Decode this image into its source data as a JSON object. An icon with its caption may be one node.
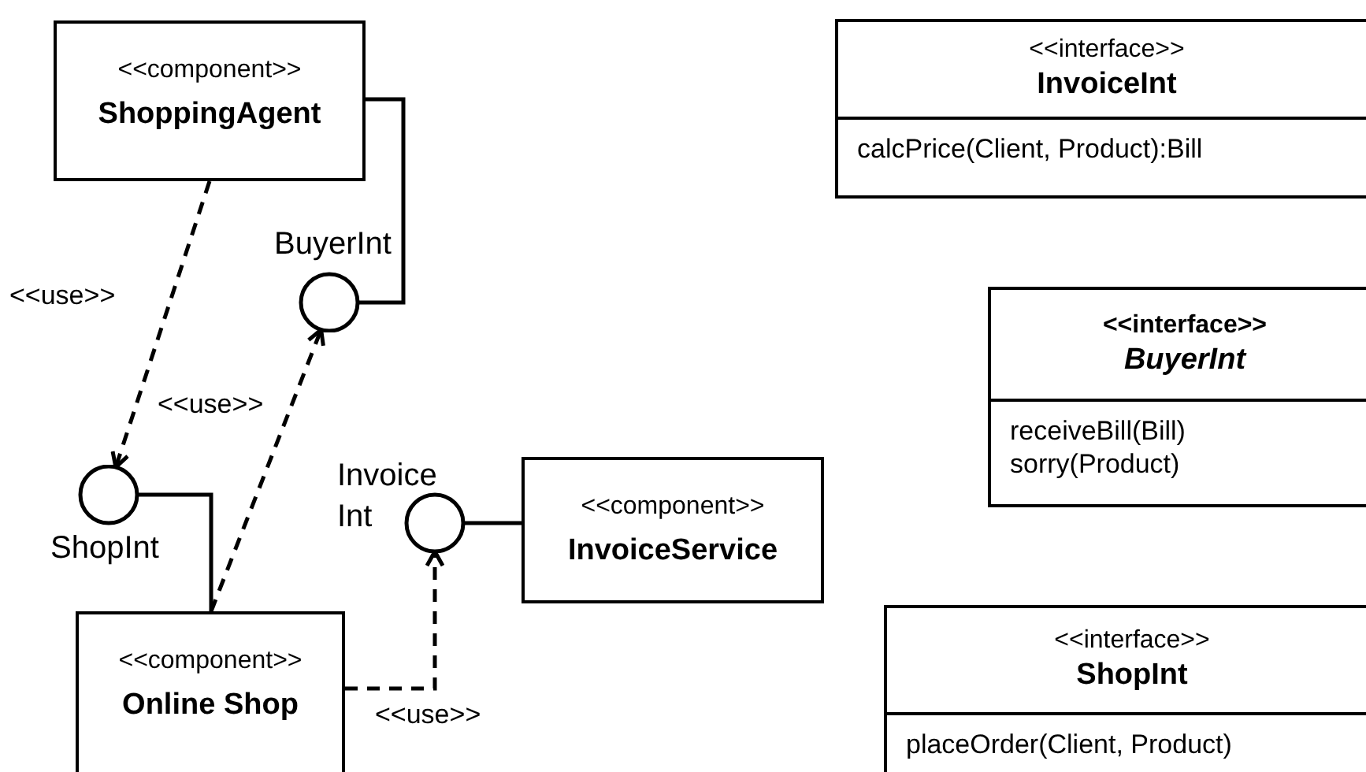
{
  "diagram": {
    "nodes": [
      {
        "text": [
          "<<component>>",
          "ShoppingAgent"
        ]
      },
      {
        "text": [
          "BuyerInt"
        ]
      },
      {
        "text": [
          "ShopInt"
        ]
      },
      {
        "text": [
          "Invoice Int"
        ]
      },
      {
        "text": [
          "<<component>>",
          "InvoiceService"
        ]
      },
      {
        "text": [
          "<<component>>",
          "Online Shop"
        ]
      },
      {
        "text": [
          "<<interface>>",
          "InvoiceInt",
          "calcPrice(Client, Product):Bill"
        ]
      },
      {
        "text": [
          "<<interface>>",
          "BuyerInt",
          "receiveBill(Bill)",
          "sorry(Product)"
        ]
      },
      {
        "text": [
          "<<interface>>",
          "ShopInt",
          "placeOrder(Client, Product)"
        ]
      }
    ],
    "edges": [
      {
        "from": 0,
        "to": 2,
        "arrow": "to",
        "style": "dashed",
        "label": "<<use>>"
      },
      {
        "from": 1,
        "to": 0,
        "arrow": "none"
      },
      {
        "from": 5,
        "to": 1,
        "arrow": "to",
        "style": "dashed",
        "label": "<<use>>"
      },
      {
        "from": 2,
        "to": 5,
        "arrow": "none"
      },
      {
        "from": 3,
        "to": 4,
        "arrow": "none"
      },
      {
        "from": 5,
        "to": 3,
        "arrow": "to",
        "style": "dashed",
        "label": "<<use>>"
      }
    ]
  }
}
